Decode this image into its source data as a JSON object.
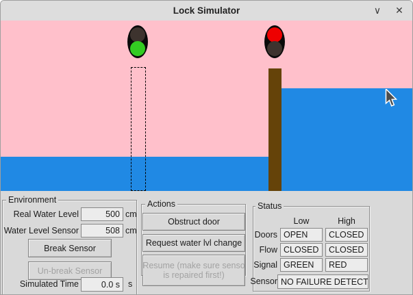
{
  "window": {
    "title": "Lock Simulator",
    "minimize_icon": "∨",
    "close_icon": "✕"
  },
  "canvas": {
    "colors": {
      "background_pink": "#ffc0cb",
      "water_blue": "#2089e4",
      "door_brown": "#654309",
      "signal_green": "#33cc22",
      "signal_red": "#ee0000",
      "lamp_off": "#3d332e"
    },
    "left_signal": {
      "top_lamp": "off",
      "bottom_lamp": "green"
    },
    "right_signal": {
      "top_lamp": "red",
      "bottom_lamp": "off"
    },
    "left_door_state": "open (dashed outline)",
    "right_door_state": "closed (brown)"
  },
  "environment": {
    "group_label": "Environment",
    "real_water_level": {
      "label": "Real Water Level",
      "value": "500",
      "unit": "cm"
    },
    "water_level_sensor": {
      "label": "Water Level Sensor",
      "value": "508",
      "unit": "cm"
    },
    "break_button": "Break Sensor",
    "unbreak_button": "Un-break Sensor",
    "simulated_time": {
      "label": "Simulated Time",
      "value": "0.0 s",
      "unit": "s"
    }
  },
  "actions": {
    "group_label": "Actions",
    "obstruct_button": "Obstruct door",
    "request_button": "Request water lvl change",
    "resume_button_line1": "Resume (make sure senso",
    "resume_button_line2": "is repaired first!)"
  },
  "status": {
    "group_label": "Status",
    "columns": {
      "low": "Low",
      "high": "High"
    },
    "rows": [
      {
        "label": "Doors",
        "low": "OPEN",
        "high": "CLOSED"
      },
      {
        "label": "Flow",
        "low": "CLOSED",
        "high": "CLOSED"
      },
      {
        "label": "Signal",
        "low": "GREEN",
        "high": "RED"
      }
    ],
    "sensor": {
      "label": "Sensor",
      "value": "NO FAILURE DETECTED"
    }
  }
}
